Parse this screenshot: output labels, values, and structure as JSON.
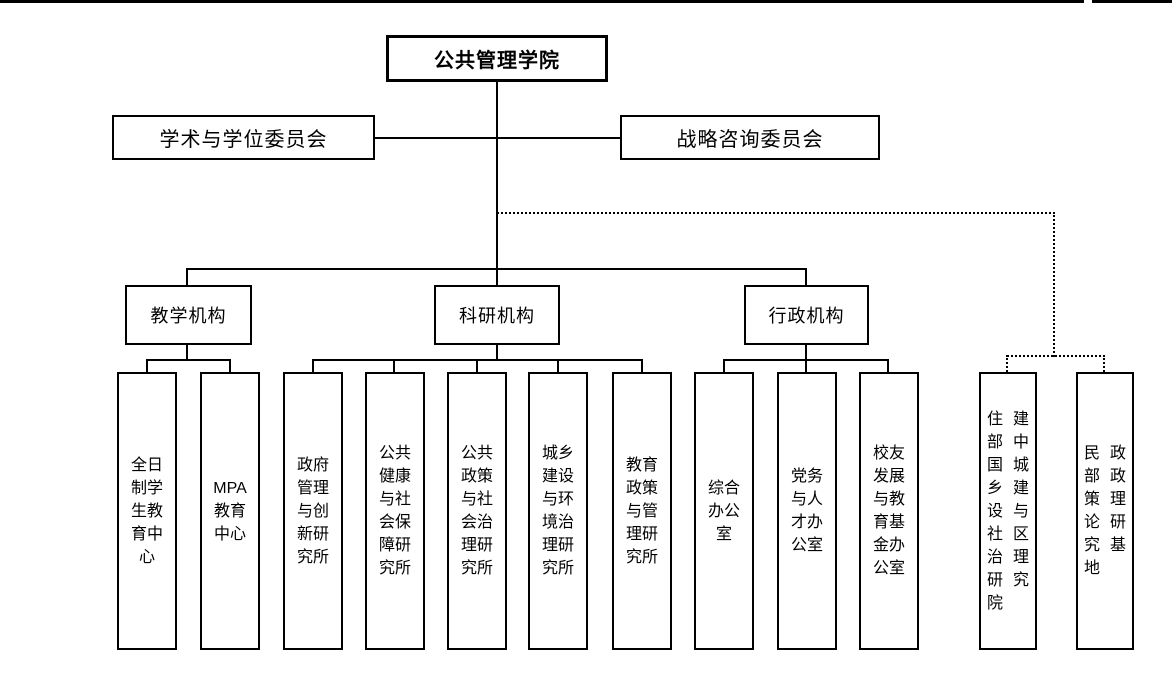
{
  "colors": {
    "line": "#000000",
    "background": "#ffffff"
  },
  "root": {
    "label": "公共管理学院"
  },
  "committees": [
    {
      "label": "学术与学位委员会"
    },
    {
      "label": "战略咨询委员会"
    }
  ],
  "branches": [
    {
      "label": "教学机构"
    },
    {
      "label": "科研机构"
    },
    {
      "label": "行政机构"
    }
  ],
  "leaves": [
    {
      "label": "全日制学生教育中心",
      "lines": "全日\n制学\n生教\n育中\n心"
    },
    {
      "label": "MPA教育中心",
      "lines": "MPA\n教育\n中心"
    },
    {
      "label": "政府管理与创新研究所",
      "lines": "政府\n管理\n与创\n新研\n究所"
    },
    {
      "label": "公共健康与社会保障研究所",
      "lines": "公共\n健康\n与社\n会保\n障研\n究所"
    },
    {
      "label": "公共政策与社会治理研究所",
      "lines": "公共\n政策\n与社\n会治\n理研\n究所"
    },
    {
      "label": "城乡建设与环境治理研究所",
      "lines": "城乡\n建设\n与环\n境治\n理研\n究所"
    },
    {
      "label": "教育政策与管理研究所",
      "lines": "教育\n政策\n与管\n理研\n究所"
    },
    {
      "label": "综合办公室",
      "lines": "综合\n办公\n室"
    },
    {
      "label": "党务与人才办公室",
      "lines": "党务\n与人\n才办\n公室"
    },
    {
      "label": "校友发展与教育基金办公室",
      "lines": "校友\n发展\n与教\n育基\n金办\n公室"
    },
    {
      "label": "住建部中国城乡建设与社区治理研究院",
      "lines": "住建\n部中\n国城\n乡建\n设与\n社区\n治理\n研究\n院"
    },
    {
      "label": "民政部政策理论研究基地",
      "lines": "民政\n部政\n策理\n论研\n究基\n地"
    }
  ]
}
